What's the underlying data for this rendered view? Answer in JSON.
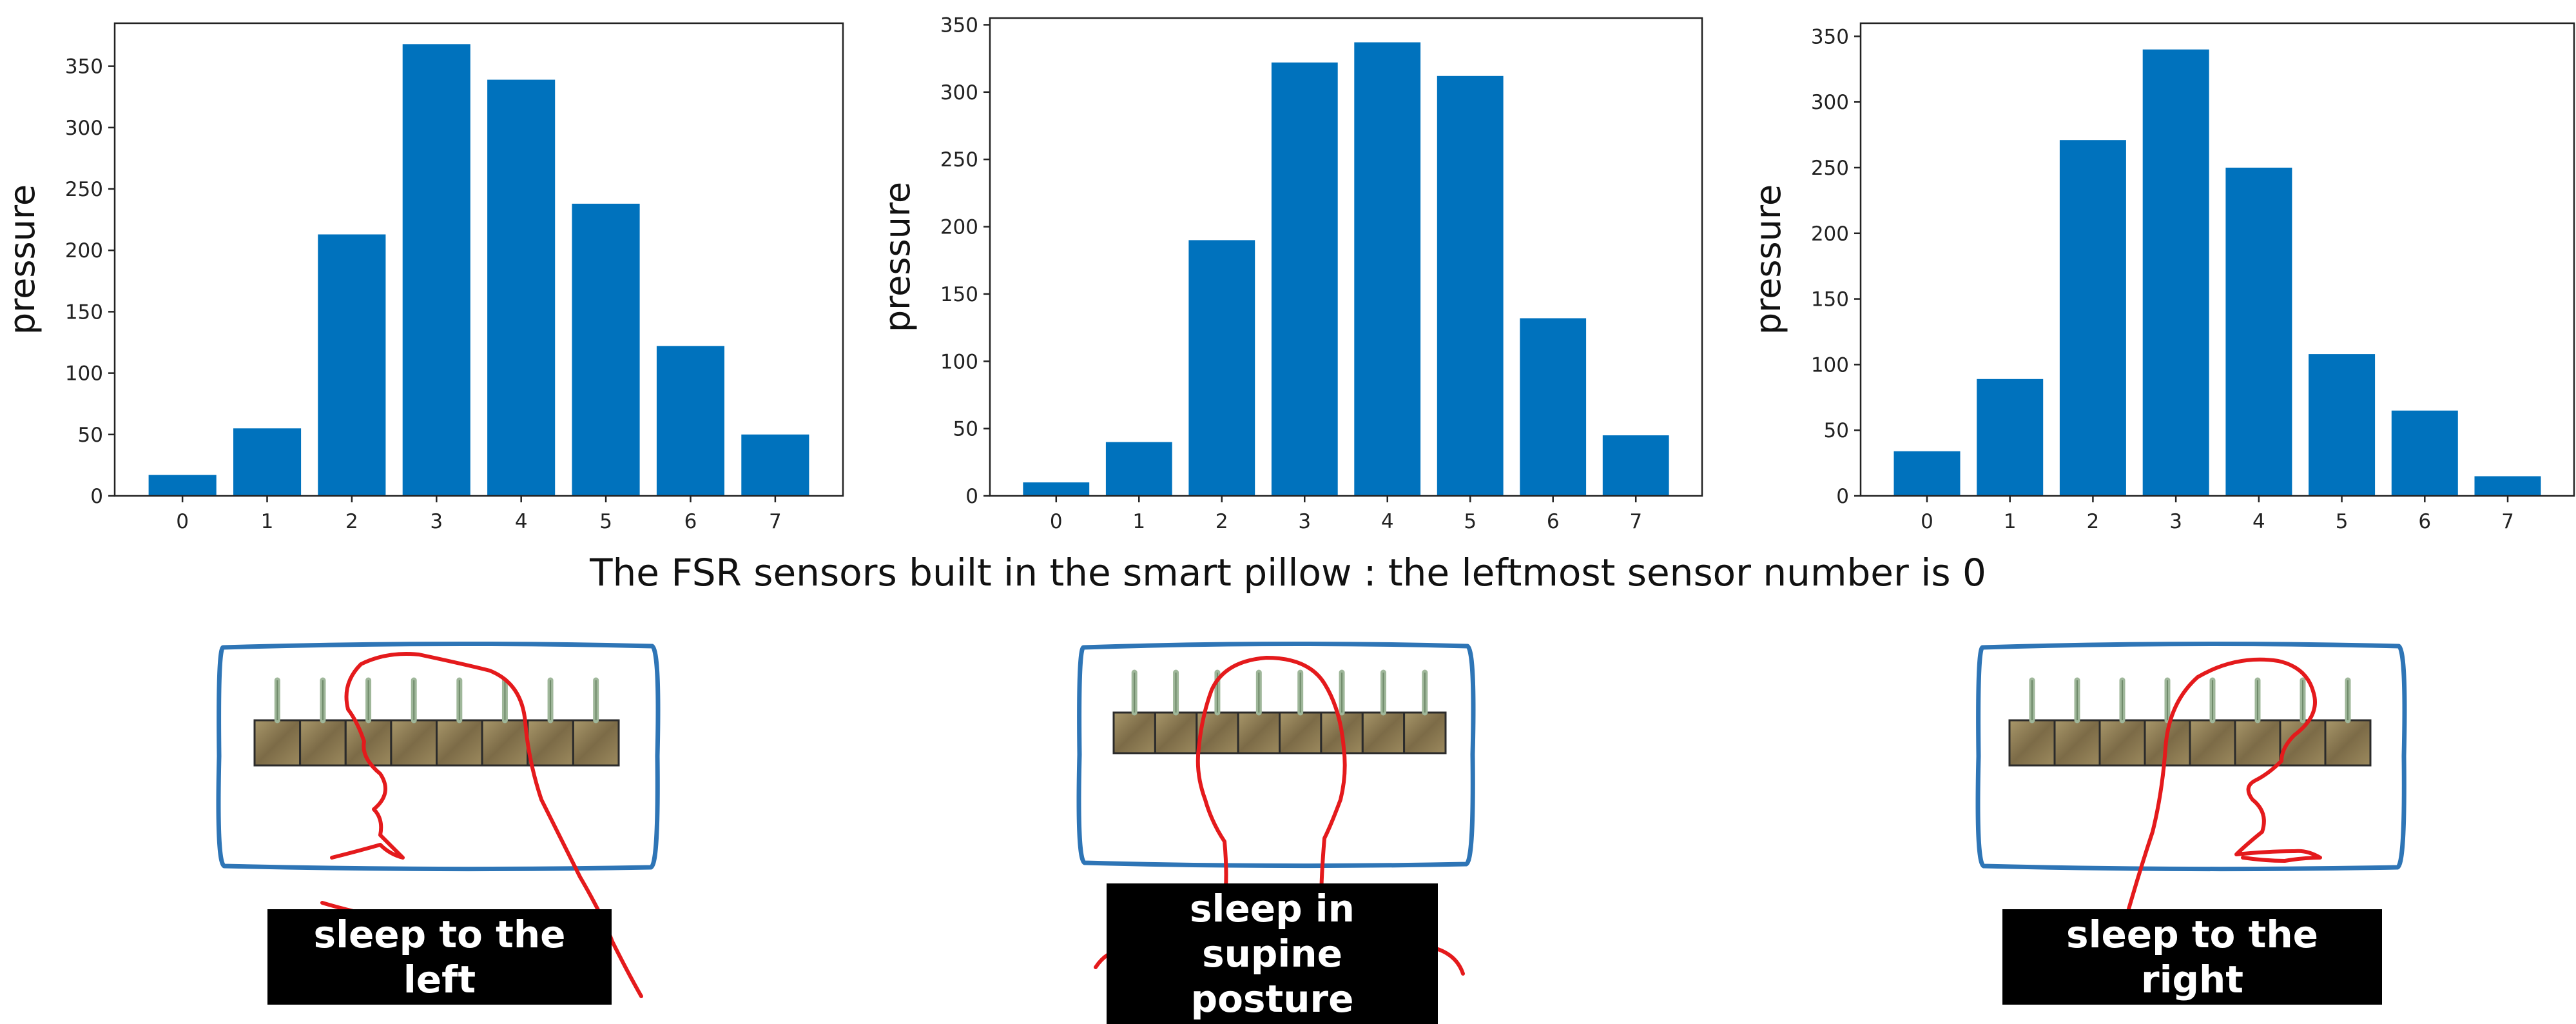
{
  "chart_data": [
    {
      "type": "bar",
      "title": "",
      "xlabel": "",
      "ylabel": "pressure",
      "categories": [
        "0",
        "1",
        "2",
        "3",
        "4",
        "5",
        "6",
        "7"
      ],
      "values": [
        17,
        55,
        213,
        368,
        339,
        238,
        122,
        50
      ],
      "ylim": [
        0,
        385
      ],
      "yticks": [
        0,
        50,
        100,
        150,
        200,
        250,
        300,
        350
      ],
      "color": "#0072bd",
      "grid": false
    },
    {
      "type": "bar",
      "title": "",
      "xlabel": "",
      "ylabel": "pressure",
      "categories": [
        "0",
        "1",
        "2",
        "3",
        "4",
        "5",
        "6",
        "7"
      ],
      "values": [
        10,
        40,
        190,
        322,
        337,
        312,
        132,
        45
      ],
      "ylim": [
        0,
        355
      ],
      "yticks": [
        0,
        50,
        100,
        150,
        200,
        250,
        300,
        350
      ],
      "color": "#0072bd",
      "grid": false
    },
    {
      "type": "bar",
      "title": "",
      "xlabel": "",
      "ylabel": "pressure",
      "categories": [
        "0",
        "1",
        "2",
        "3",
        "4",
        "5",
        "6",
        "7"
      ],
      "values": [
        34,
        89,
        271,
        340,
        250,
        108,
        65,
        15
      ],
      "ylim": [
        0,
        360
      ],
      "yticks": [
        0,
        50,
        100,
        150,
        200,
        250,
        300,
        350
      ],
      "color": "#0072bd",
      "grid": false
    }
  ],
  "caption": "The FSR sensors built in the smart pillow : the leftmost sensor number is 0",
  "postures": [
    {
      "label": "sleep to the left",
      "head": "left"
    },
    {
      "label_lines": [
        "sleep in",
        "supine posture"
      ],
      "head": "supine"
    },
    {
      "label": "sleep to the right",
      "head": "right"
    }
  ],
  "colors": {
    "bar": "#0072bd",
    "pillow_outline": "#2e75b6",
    "head_outline": "#e41a1c",
    "sensor_block": "#8c7a55",
    "sensor_pin": "#9fb79a"
  }
}
